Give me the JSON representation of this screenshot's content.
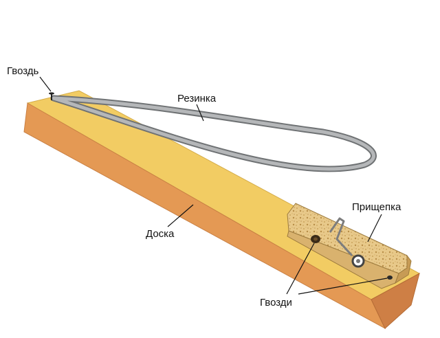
{
  "labels": {
    "nail": "Гвоздь",
    "rubber_band": "Резинка",
    "board": "Доска",
    "clothespin": "Прищепка",
    "nails": "Гвозди"
  },
  "colors": {
    "board_top": "#f2cc63",
    "board_side": "#e49954",
    "board_end": "#ce7f45",
    "rubber_band": "#9fa1a3",
    "rubber_band_dark": "#6f7274",
    "clothespin_wood": "#e8c98a",
    "spring": "#8a8a8a",
    "outline": "#2b2b2b"
  }
}
